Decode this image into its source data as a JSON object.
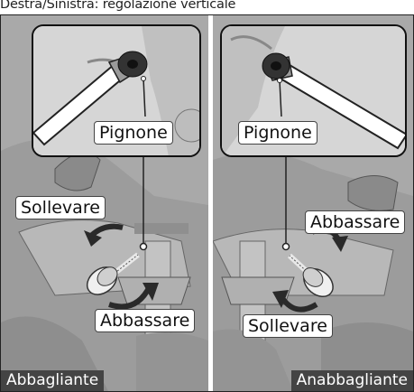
{
  "caption": "Destra/Sinistra: regolazione verticale",
  "left_panel": {
    "pinion_label": "Pignone",
    "raise_label": "Sollevare",
    "lower_label": "Abbassare",
    "beam_tag": "Abbagliante"
  },
  "right_panel": {
    "pinion_label": "Pignone",
    "raise_label": "Sollevare",
    "lower_label": "Abbassare",
    "beam_tag": "Anabbagliante"
  },
  "colors": {
    "background_gray": "#a9a9a9",
    "arrow_dark": "#2a2a2a",
    "tag_bg": "#444444"
  }
}
